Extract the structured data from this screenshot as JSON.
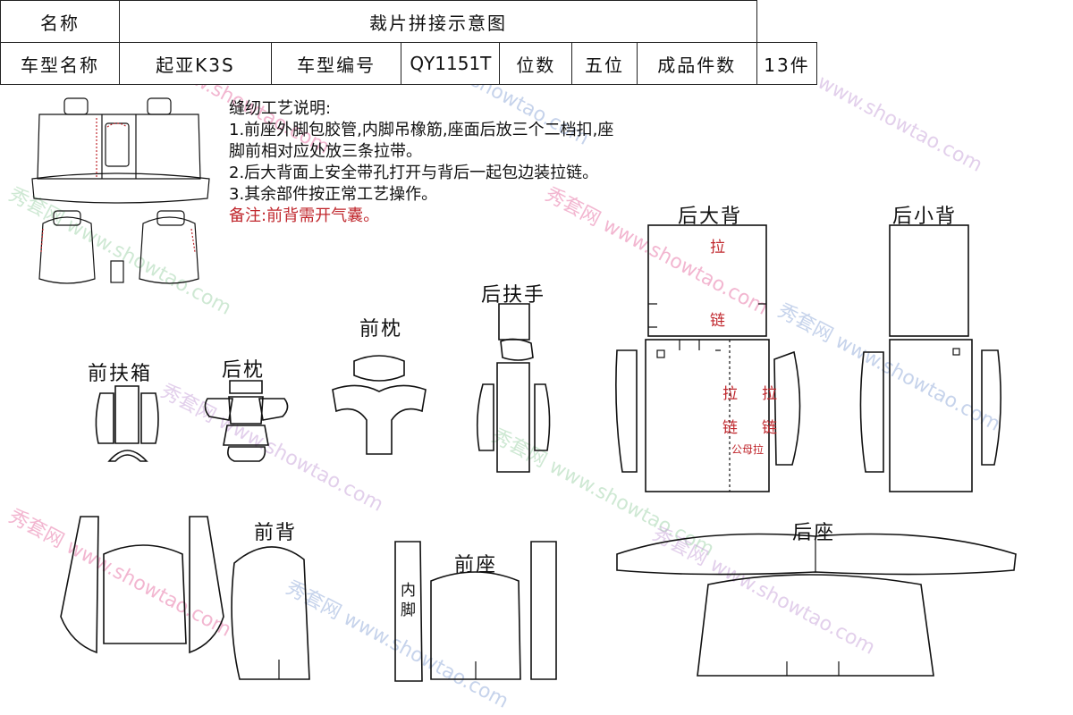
{
  "header": {
    "name_label": "名称",
    "diagram_title": "裁片拼接示意图",
    "model_name_label": "车型名称",
    "model_name": "起亚K3S",
    "model_code_label": "车型编号",
    "model_code": "QY1151T",
    "seats_label": "位数",
    "seats": "五位",
    "pieces_label": "成品件数",
    "pieces": "13件"
  },
  "process_notes": {
    "title": "缝纫工艺说明:",
    "lines": [
      "1.前座外脚包胶管,内脚吊橡筋,座面后放三个二档扣,座",
      "脚前相对应处放三条拉带。",
      "2.后大背面上安全带孔打开与背后一起包边装拉链。",
      "3.其余部件按正常工艺操作。"
    ],
    "remark": "备注:前背需开气囊。"
  },
  "parts": {
    "rear_large_back": "后大背",
    "rear_small_back": "后小背",
    "rear_armrest": "后扶手",
    "front_headrest": "前枕",
    "rear_headrest": "后枕",
    "front_armrest_box": "前扶箱",
    "front_back": "前背",
    "front_seat": "前座",
    "rear_seat": "后座",
    "inner_leg": "内脚"
  },
  "annotations": {
    "zip_char_1": "拉",
    "zip_char_2": "链",
    "male_female_zip": "公母拉"
  },
  "watermark": {
    "text_cn": "秀套网",
    "text_url": "www.showtao.com"
  }
}
